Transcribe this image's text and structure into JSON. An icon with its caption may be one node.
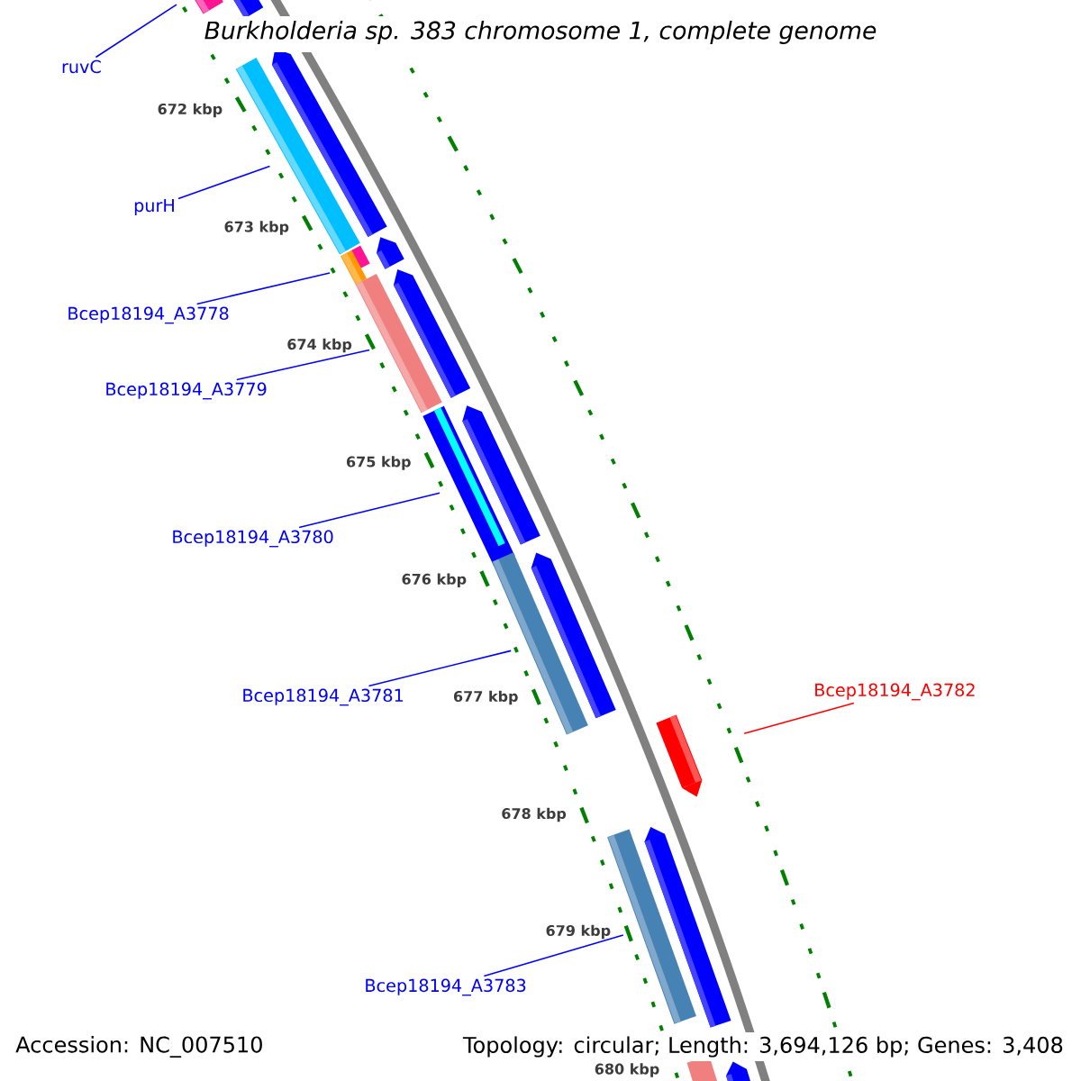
{
  "diagram": {
    "title": "Burkholderia sp. 383 chromosome 1, complete genome",
    "nodes": [
      {
        "text": [
          "ruvC"
        ]
      },
      {
        "text": [
          "purH"
        ]
      },
      {
        "text": [
          "Bcep18194_A3778"
        ]
      },
      {
        "text": [
          "Bcep18194_A3779"
        ]
      },
      {
        "text": [
          "Bcep18194_A3780"
        ]
      },
      {
        "text": [
          "Bcep18194_A3781"
        ]
      },
      {
        "text": [
          "Bcep18194_A3782"
        ]
      },
      {
        "text": [
          "Bcep18194_A3783"
        ]
      },
      {
        "text": [],
        "shape": "bar"
      },
      {
        "text": [],
        "shape": "bar"
      },
      {
        "text": [],
        "shape": "bar"
      },
      {
        "text": [],
        "shape": "bar"
      },
      {
        "text": [],
        "shape": "bar"
      },
      {
        "text": [],
        "shape": "bar"
      },
      {
        "text": [],
        "shape": "bar"
      },
      {
        "text": [],
        "shape": "bar"
      }
    ],
    "edges": [
      {
        "from": 0,
        "to": 8,
        "arrow": "none"
      },
      {
        "from": 1,
        "to": 9,
        "arrow": "none"
      },
      {
        "from": 2,
        "to": 10,
        "arrow": "none"
      },
      {
        "from": 3,
        "to": 11,
        "arrow": "none"
      },
      {
        "from": 4,
        "to": 12,
        "arrow": "none"
      },
      {
        "from": 5,
        "to": 13,
        "arrow": "none"
      },
      {
        "from": 6,
        "to": 14,
        "arrow": "none",
        "color": "#ff0000"
      },
      {
        "from": 7,
        "to": 15,
        "arrow": "none"
      }
    ],
    "labels": [
      "672 kbp",
      "673 kbp",
      "674 kbp",
      "675 kbp",
      "676 kbp",
      "677 kbp",
      "678 kbp",
      "679 kbp",
      "680 kbp",
      "Accession: NC_007510",
      "Topology: circular; Length: 3,694,126 bp; Genes: 3,408"
    ]
  }
}
